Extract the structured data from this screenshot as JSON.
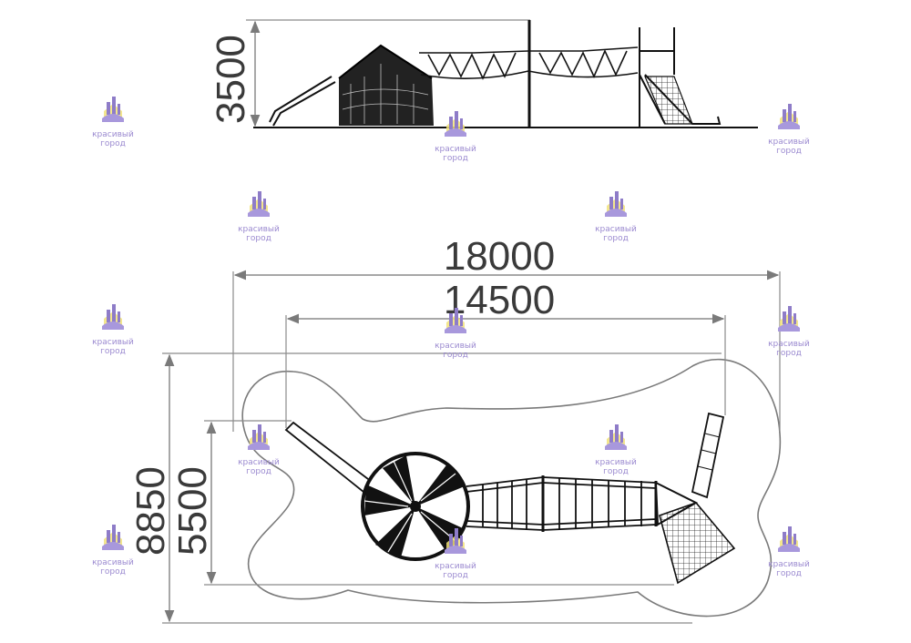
{
  "elevation": {
    "height_label": "3500"
  },
  "plan": {
    "overall_length_label": "18000",
    "structure_length_label": "14500",
    "overall_width_label": "8850",
    "structure_width_label": "5500"
  },
  "watermark": {
    "text_line1": "красивый",
    "text_line2": "город"
  },
  "colors": {
    "dimension_line": "#8a8a8a",
    "structure": "#111111",
    "boundary": "#7a7a7a",
    "watermark_primary": "#8e7cc8",
    "watermark_accent": "#f1e27a"
  }
}
